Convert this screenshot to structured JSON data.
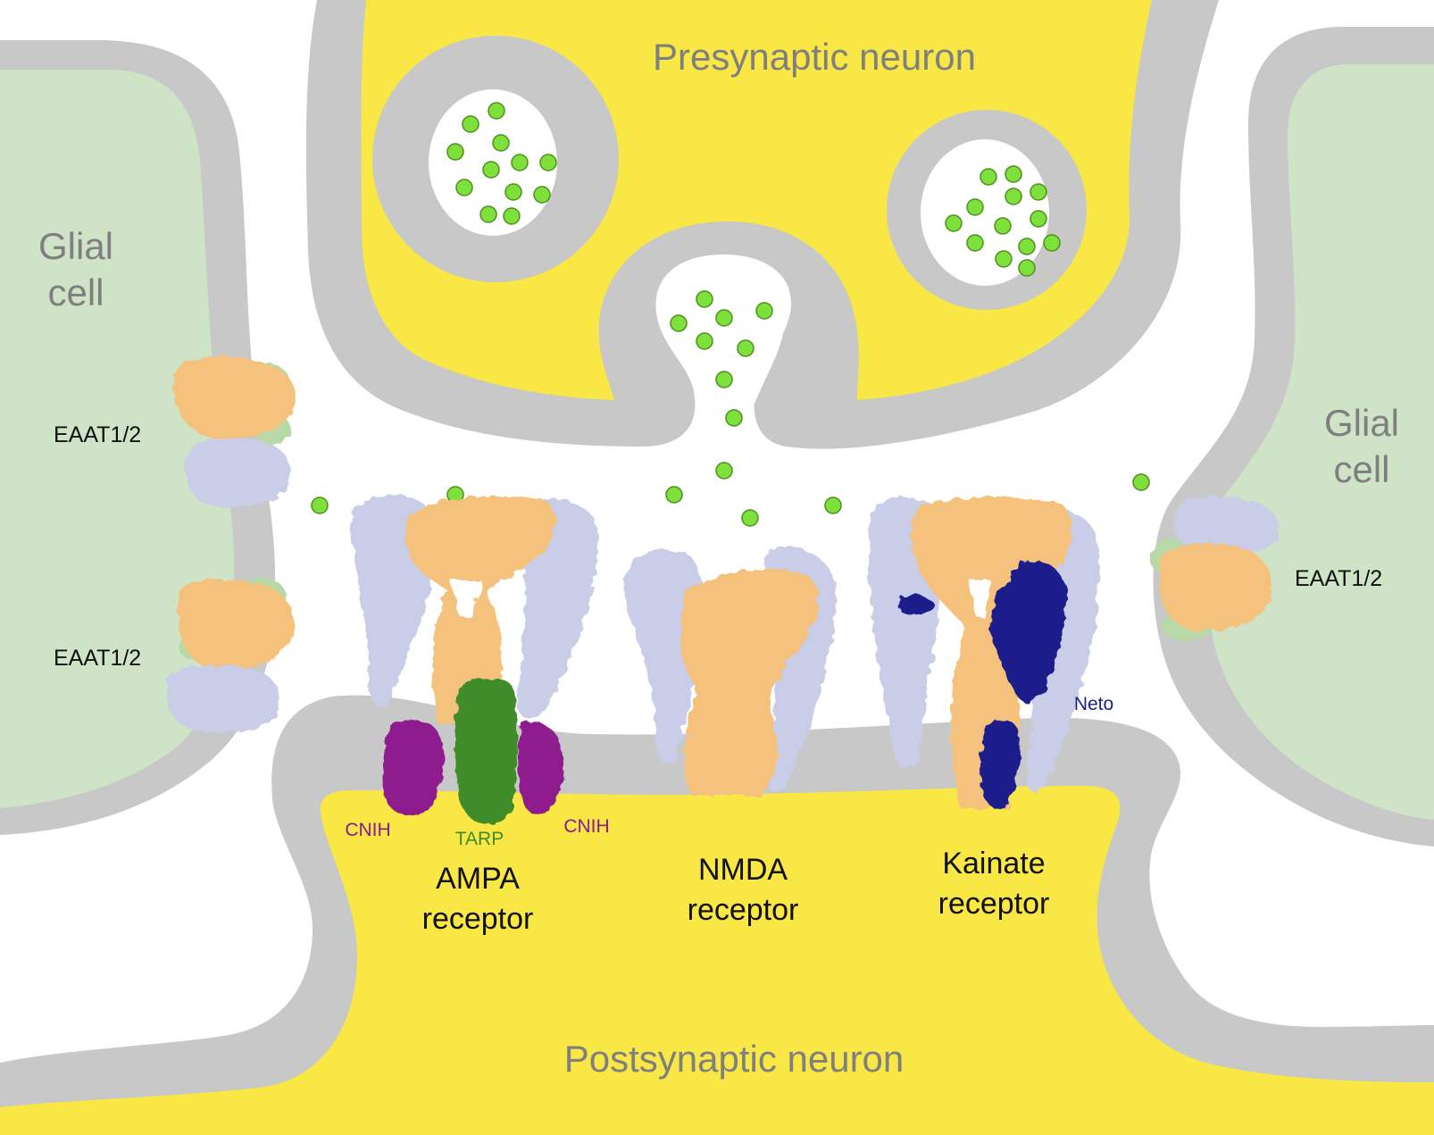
{
  "labels": {
    "presynaptic": "Presynaptic neuron",
    "postsynaptic": "Postsynaptic neuron",
    "glial_left_line1": "Glial",
    "glial_left_line2": "cell",
    "glial_right_line1": "Glial",
    "glial_right_line2": "cell",
    "eaat_left_top": "EAAT1/2",
    "eaat_left_bottom": "EAAT1/2",
    "eaat_right": "EAAT1/2",
    "ampa_line1": "AMPA",
    "ampa_line2": "receptor",
    "nmda_line1": "NMDA",
    "nmda_line2": "receptor",
    "kainate_line1": "Kainate",
    "kainate_line2": "receptor",
    "cnih_left": "CNIH",
    "cnih_right": "CNIH",
    "tarp": "TARP",
    "neto": "Neto"
  },
  "colors": {
    "neuron_yellow": "#f8e745",
    "membrane_gray": "#c8c8c8",
    "glia_green": "#cfe3c7",
    "glutamate_green": "#7ee03a",
    "protein_orange": "#f4c27c",
    "protein_lavender": "#c9cde8",
    "protein_light_green": "#b8d8a8",
    "cnih_purple": "#8e1a8e",
    "tarp_green": "#3f8b2a",
    "neto_navy": "#1b1f8a"
  }
}
